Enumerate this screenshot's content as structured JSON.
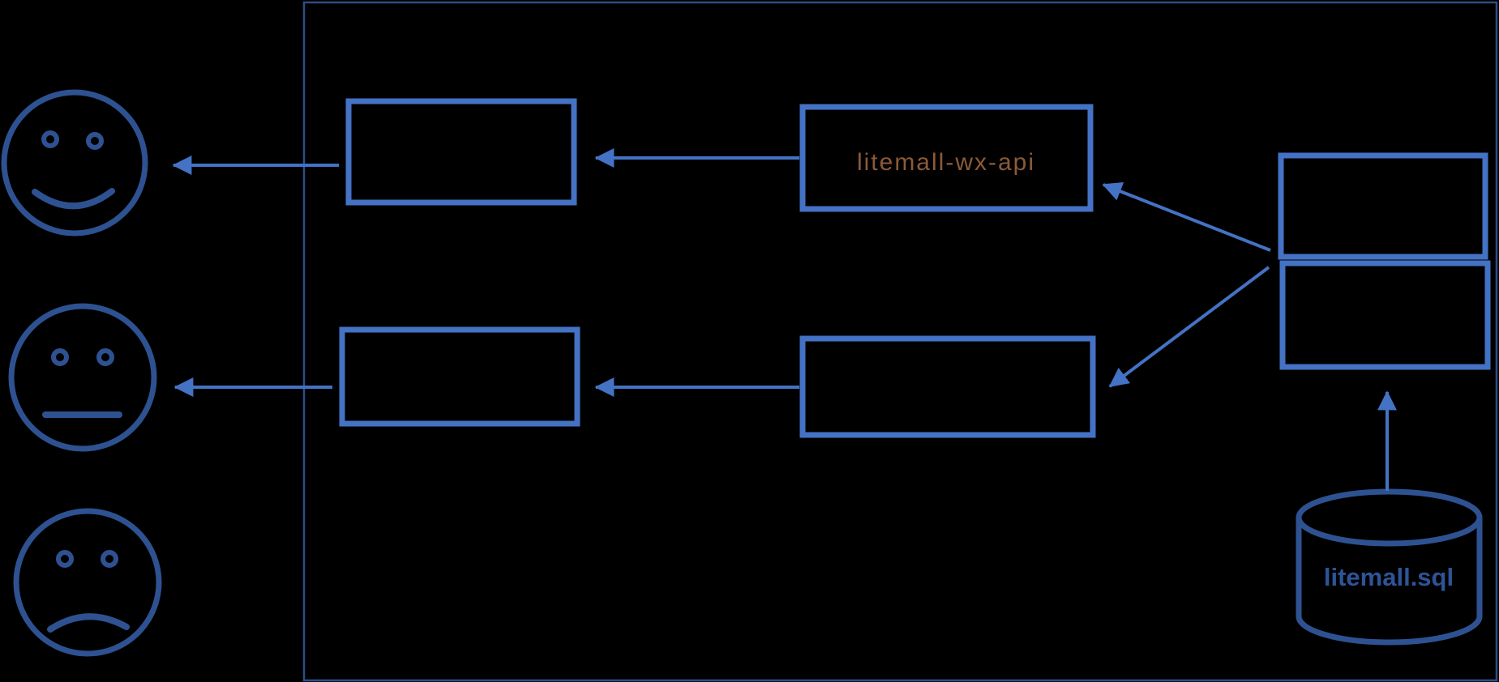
{
  "diagram": {
    "kind": "architecture-diagram",
    "nodes": {
      "box_top_left": {
        "label": ""
      },
      "box_wx_api": {
        "label": "litemall-wx-api"
      },
      "box_middle_left": {
        "label": ""
      },
      "box_middle_right": {
        "label": ""
      },
      "box_right_top": {
        "label": ""
      },
      "box_right_bottom": {
        "label": ""
      },
      "database": {
        "label": "litemall.sql"
      }
    },
    "figures": {
      "happy_face": "happy-face-icon",
      "neutral_face": "neutral-face-icon",
      "sad_face": "sad-face-icon",
      "database": "database-cylinder-icon"
    },
    "colors": {
      "background": "#000000",
      "box_stroke": "#4472C4",
      "arrow": "#4472C4",
      "face_stroke": "#2E5291",
      "container_stroke": "#2C4E86",
      "cylinder_stroke": "#2E5291",
      "wx_api_text": "#8A5A38",
      "database_text": "#2E5496"
    }
  }
}
